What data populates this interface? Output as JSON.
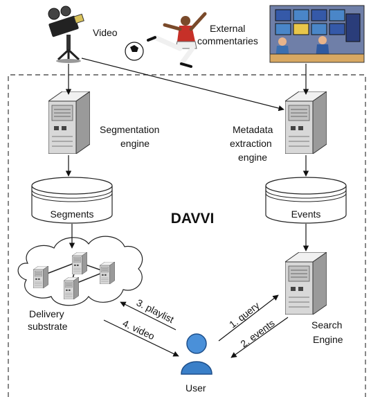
{
  "diagram": {
    "title": "DAVVI",
    "inputs": {
      "video_label": "Video",
      "commentaries_line1": "External",
      "commentaries_line2": "commentaries"
    },
    "components": {
      "segmentation_line1": "Segmentation",
      "segmentation_line2": "engine",
      "metadata_line1": "Metadata",
      "metadata_line2": "extraction",
      "metadata_line3": "engine",
      "segments_db": "Segments",
      "events_db": "Events",
      "delivery_line1": "Delivery",
      "delivery_line2": "substrate",
      "search_line1": "Search",
      "search_line2": "Engine",
      "user": "User"
    },
    "flows": {
      "playlist": "3. playlist",
      "video": "4. video",
      "query": "1. query",
      "events": "2. events"
    },
    "colors": {
      "server_light": "#e2e2e2",
      "server_dark": "#8a8a8a",
      "user_blue": "#3a7fc8",
      "border_dash": "#555555"
    }
  }
}
